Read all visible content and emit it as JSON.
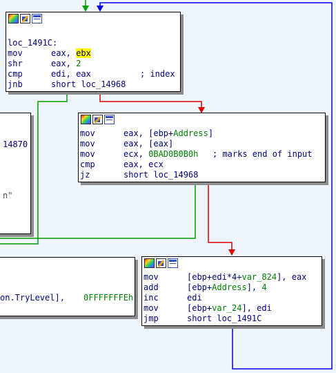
{
  "blocks": {
    "top": {
      "label": "loc_1491C:",
      "lines": [
        {
          "mn": "mov",
          "op": [
            {
              "t": "eax, "
            },
            {
              "t": "ebx",
              "hl": true
            }
          ]
        },
        {
          "mn": "shr",
          "op": [
            {
              "t": "eax, "
            },
            {
              "t": "2",
              "c": "num"
            }
          ]
        },
        {
          "mn": "cmp",
          "op": [
            {
              "t": "edi, eax"
            }
          ],
          "comment": "; index"
        },
        {
          "mn": "jnb",
          "op": [
            {
              "t": "short "
            },
            {
              "t": "loc_14968",
              "c": "sym"
            }
          ]
        }
      ]
    },
    "middle": {
      "lines": [
        {
          "mn": "mov",
          "op": [
            {
              "t": "eax, [ebp+"
            },
            {
              "t": "Address",
              "c": "num"
            },
            {
              "t": "]"
            }
          ]
        },
        {
          "mn": "mov",
          "op": [
            {
              "t": "eax, [eax]"
            }
          ]
        },
        {
          "mn": "mov",
          "op": [
            {
              "t": "ecx, "
            },
            {
              "t": "0BAD0B0B0h",
              "c": "num"
            }
          ],
          "comment": "; marks end of input"
        },
        {
          "mn": "cmp",
          "op": [
            {
              "t": "eax, ecx"
            }
          ]
        },
        {
          "mn": "jz",
          "op": [
            {
              "t": "short "
            },
            {
              "t": "loc_14968",
              "c": "sym"
            }
          ]
        }
      ]
    },
    "bottom": {
      "lines": [
        {
          "mn": "mov",
          "op": [
            {
              "t": "[ebp+edi*4+"
            },
            {
              "t": "var_824",
              "c": "num"
            },
            {
              "t": "], eax"
            }
          ]
        },
        {
          "mn": "add",
          "op": [
            {
              "t": "[ebp+"
            },
            {
              "t": "Address",
              "c": "num"
            },
            {
              "t": "], "
            },
            {
              "t": "4",
              "c": "num"
            }
          ]
        },
        {
          "mn": "inc",
          "op": [
            {
              "t": "edi"
            }
          ]
        },
        {
          "mn": "mov",
          "op": [
            {
              "t": "[ebp+"
            },
            {
              "t": "var_24",
              "c": "num"
            },
            {
              "t": "], edi"
            }
          ]
        },
        {
          "mn": "jmp",
          "op": [
            {
              "t": "short "
            },
            {
              "t": "loc_1491C",
              "c": "sym"
            }
          ]
        }
      ]
    },
    "left_partial": {
      "fragments": [
        {
          "t": "14870",
          "c": "sym"
        },
        {
          "t": "n\"",
          "c": "plain"
        }
      ]
    },
    "bottom_left_partial": {
      "fragments": [
        {
          "t": "on.TryLevel], ",
          "c": "plain"
        },
        {
          "t": "0FFFFFFFEh",
          "c": "num"
        }
      ]
    }
  },
  "colors": {
    "background": "#eef5fd",
    "edge_true": "#00a000",
    "edge_false": "#e00000",
    "edge_jump": "#0000e0",
    "register": "#000080",
    "immediate": "#008000",
    "highlight": "#ffff00"
  }
}
